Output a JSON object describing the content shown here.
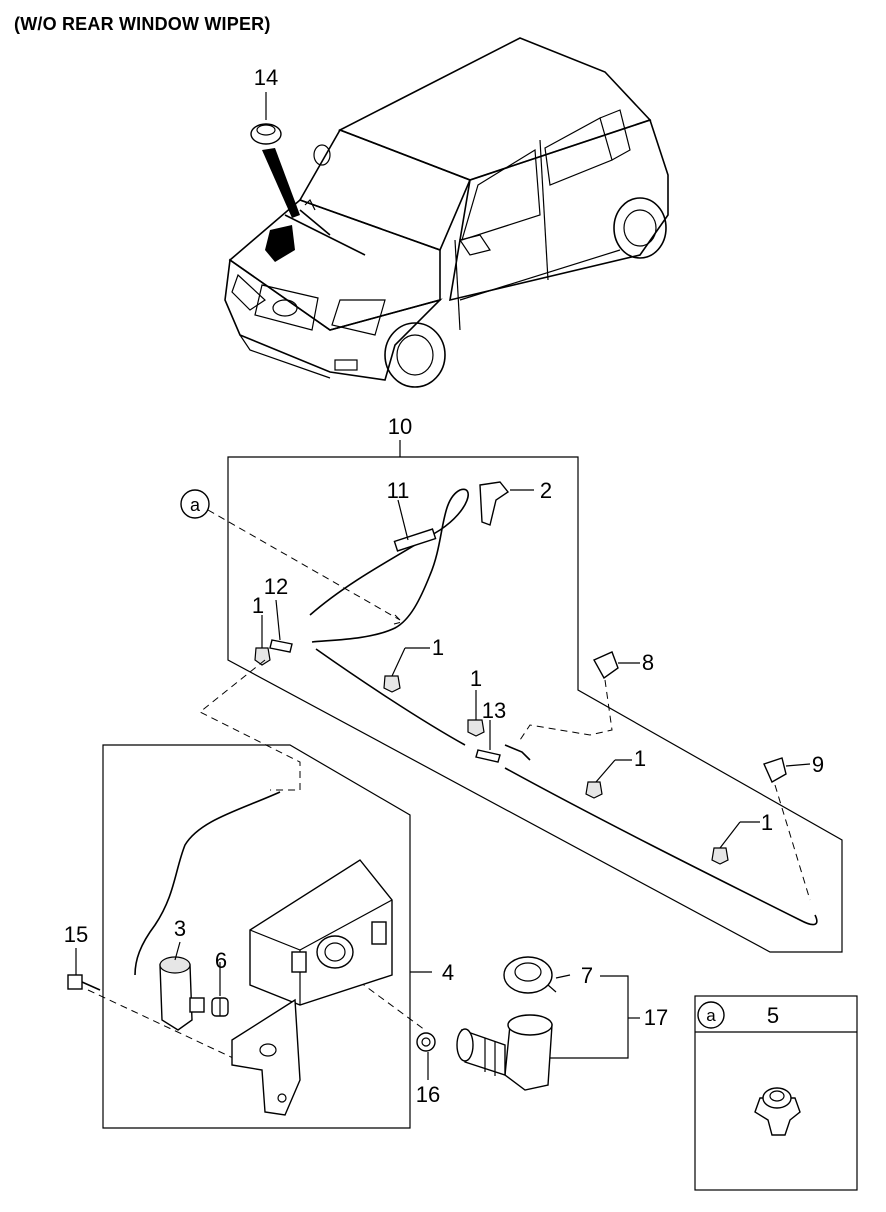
{
  "heading": "(W/O REAR WINDOW WIPER)",
  "callouts": {
    "c1": "1",
    "c2": "2",
    "c3": "3",
    "c4": "4",
    "c5": "5",
    "c6": "6",
    "c7": "7",
    "c8": "8",
    "c9": "9",
    "c10": "10",
    "c11": "11",
    "c12": "12",
    "c13": "13",
    "c14": "14",
    "c15": "15",
    "c16": "16",
    "c17": "17"
  },
  "detail_marker": "a"
}
